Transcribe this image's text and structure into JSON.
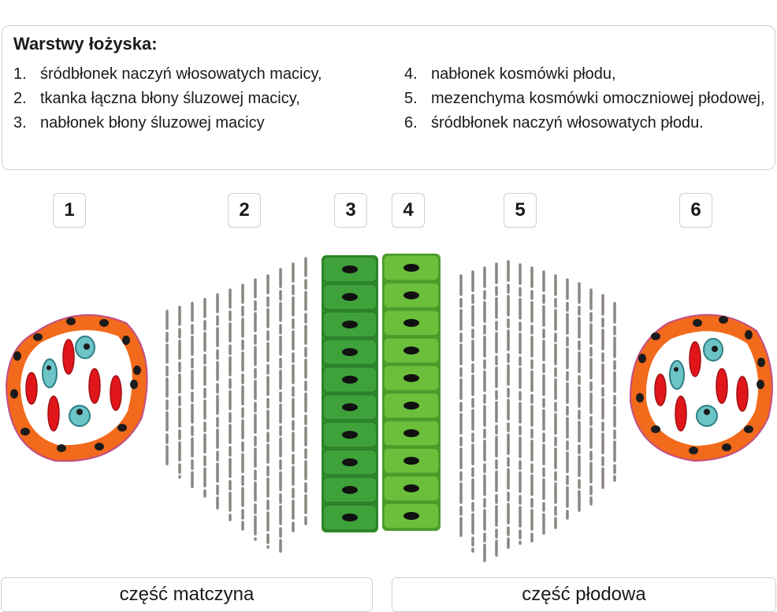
{
  "legend": {
    "title": "Warstwy łożyska:",
    "left_items": [
      {
        "num": "1.",
        "text": "śródbłonek naczyń włosowatych macicy,"
      },
      {
        "num": "2.",
        "text": "tkanka łączna błony śluzowej macicy,"
      },
      {
        "num": "3.",
        "text": "nabłonek błony śluzowej macicy"
      }
    ],
    "right_items": [
      {
        "num": "4.",
        "text": "nabłonek kosmówki płodu,"
      },
      {
        "num": "5.",
        "text": "mezenchyma kosmówki omoczniowej płodowej,"
      },
      {
        "num": "6.",
        "text": "śródbłonek naczyń włosowatych płodu."
      }
    ]
  },
  "badges": [
    "1",
    "2",
    "3",
    "4",
    "5",
    "6"
  ],
  "parts": {
    "maternal": "część matczyna",
    "fetal": "część płodowa"
  },
  "colors": {
    "vessel_wall": "#f26a1b",
    "red_cell": "#e0161b",
    "white_cell": "#6cc4c6",
    "maternal_epithelium": "#3ea13a",
    "fetal_epithelium": "#6bbf3a",
    "connective_fiber": "#8c8580"
  }
}
